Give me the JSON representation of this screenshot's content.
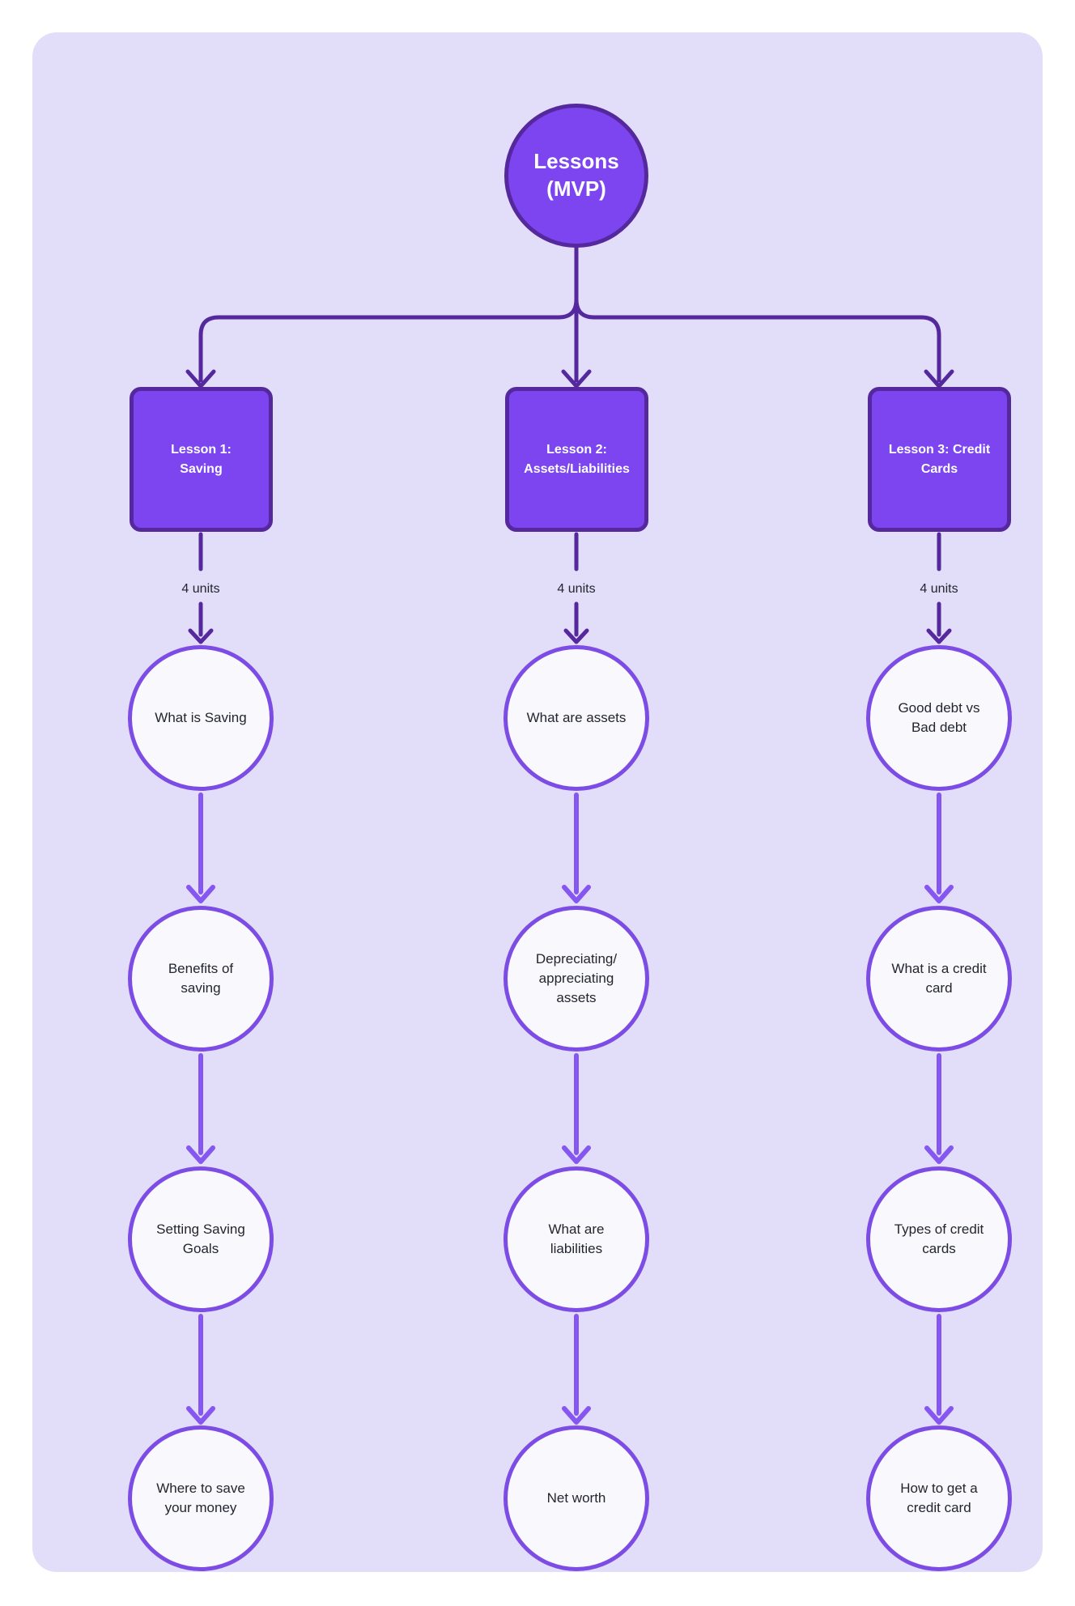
{
  "root": {
    "label": "Lessons\n(MVP)"
  },
  "columns": [
    {
      "box_label": "Lesson 1:\nSaving",
      "units_label": "4 units",
      "units": [
        "What is Saving",
        "Benefits of\nsaving",
        "Setting Saving\nGoals",
        "Where to save\nyour money"
      ]
    },
    {
      "box_label": "Lesson 2:\nAssets/Liabilities",
      "units_label": "4 units",
      "units": [
        "What are assets",
        "Depreciating/\nappreciating\nassets",
        "What are\nliabilities",
        "Net worth"
      ]
    },
    {
      "box_label": "Lesson 3: Credit\nCards",
      "units_label": "4 units",
      "units": [
        "Good debt vs\nBad debt",
        "What is a credit\ncard",
        "Types of credit\ncards",
        "How to get a\ncredit card"
      ]
    }
  ],
  "colors": {
    "page-bg": "#FFFFFF",
    "card-bg": "#E2DDF8",
    "node-fill": "#7C45F0",
    "node-border": "#55289D",
    "connector-dark": "#55289D",
    "unit-border": "#7C4CE4",
    "unit-fill": "#F9F8FD",
    "arrow-light": "#8657F0",
    "text-dark": "#23262F",
    "text-light": "#FFFFFF"
  }
}
